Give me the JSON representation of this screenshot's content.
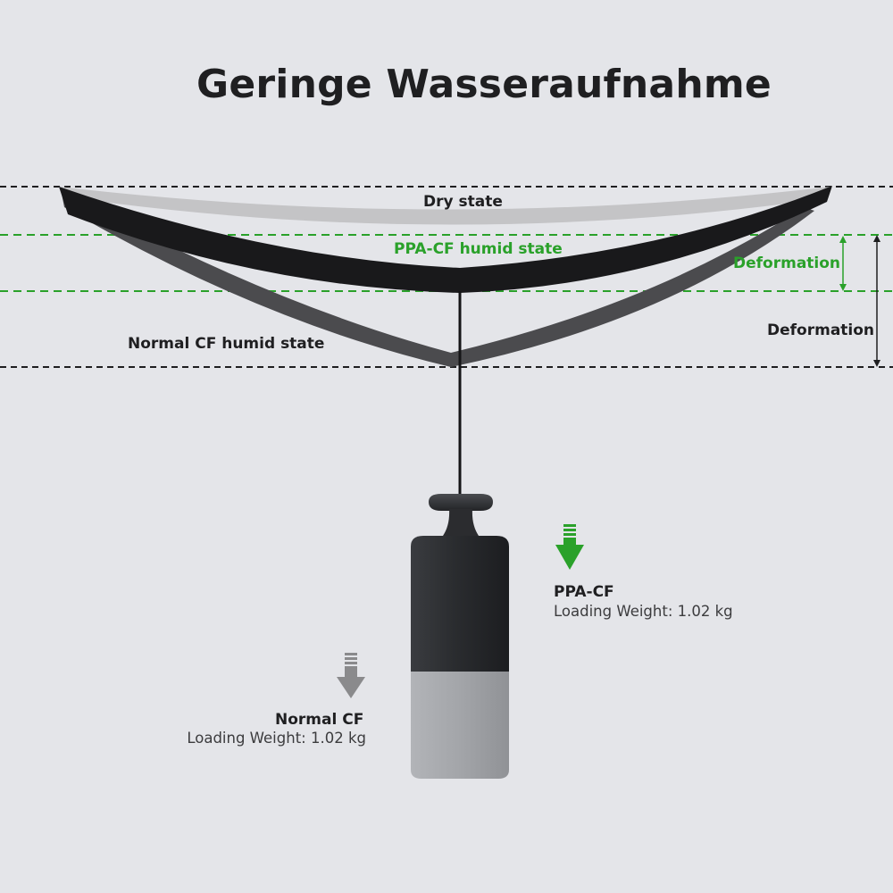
{
  "title": "Geringe Wasseraufnahme",
  "labels": {
    "dry_state": "Dry state",
    "ppa_humid_state": "PPA-CF humid state",
    "normal_humid_state": "Normal CF humid state",
    "deformation_ppa": "Deformation",
    "deformation_normal": "Deformation"
  },
  "ppa_cf": {
    "name": "PPA-CF",
    "loading_weight": "Loading Weight: 1.02 kg",
    "color": "#2aa12a"
  },
  "normal_cf": {
    "name": "Normal CF",
    "loading_weight": "Loading Weight: 1.02 kg",
    "color": "#8a8a8c"
  },
  "colors": {
    "background": "#e4e5e9",
    "green": "#2aa12a",
    "dry_beam": "#c2c2c4",
    "ppa_beam": "#1a1a1c",
    "normal_beam": "#4a4a4d",
    "weight_top": "#2b2d30",
    "weight_bottom": "#a4a6aa"
  },
  "icons": {
    "ppa_arrow": "arrow-down-icon",
    "normal_arrow": "arrow-down-icon"
  }
}
